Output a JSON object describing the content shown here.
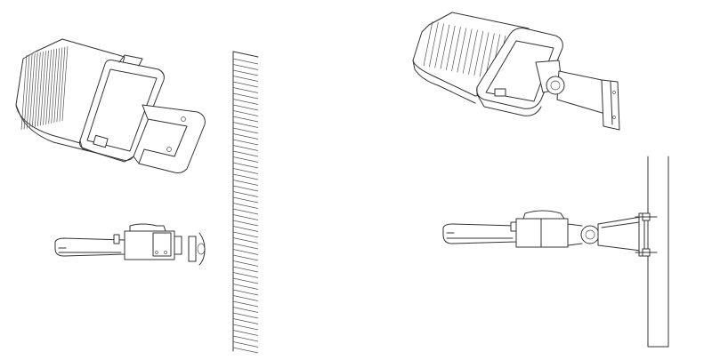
{
  "figures": [
    {
      "id": "wall-mount-isometric",
      "icon": "area-light-fixture-isometric-icon"
    },
    {
      "id": "wall-mount-side-elevation",
      "icon": "area-light-fixture-side-icon"
    },
    {
      "id": "pole-mount-isometric",
      "icon": "area-light-fixture-isometric-icon"
    },
    {
      "id": "pole-mount-side-elevation",
      "icon": "area-light-fixture-side-icon"
    }
  ],
  "surfaces": {
    "wall": {
      "icon": "hatched-wall-section-icon"
    },
    "pole": {
      "icon": "pole-section-icon"
    }
  },
  "colors": {
    "line": "#333333",
    "background": "#ffffff"
  }
}
